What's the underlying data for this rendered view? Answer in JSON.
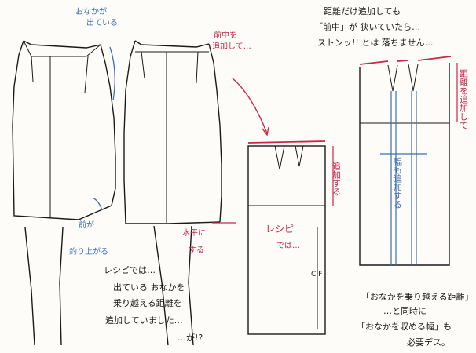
{
  "colors": {
    "ink": "#1a1a1a",
    "accent_red": "#c8274a",
    "accent_blue": "#3d6fb0",
    "paper": "#fdfcf8"
  },
  "annotations": {
    "belly_out_l1": "おなかが",
    "belly_out_l2": "出ている",
    "front_center_l1": "前中を",
    "front_center_l2": "追加して…",
    "front_up_l1": "前が",
    "front_up_l2": "釣り上がる",
    "horizontal_l1": "水平に",
    "horizontal_l2": "する",
    "add_vertical": "追加する",
    "recipe_label_l1": "レシピ",
    "recipe_label_l2": "では…",
    "cf_label": "C.F",
    "width_vertical": "幅も追加する",
    "length_vertical": "距離を追加して",
    "top_note_l1": "距離だけ追加しても",
    "top_note_l2": "「前中」が 狭いていたら…",
    "top_note_l3": "ストンッ!! とは 落ちません…",
    "bottom_left_l1": "レシピでは…",
    "bottom_left_l2": "出ている おなかを",
    "bottom_left_l3": "乗り越える距離を",
    "bottom_left_l4": "追加していました…",
    "bottom_left_l5": "…が!?",
    "bottom_right_l1": "「おなかを乗り越える距離」",
    "bottom_right_l2": "…と同時に",
    "bottom_right_l3": "「おなかを収める幅」も",
    "bottom_right_l4": "必要デス。"
  }
}
